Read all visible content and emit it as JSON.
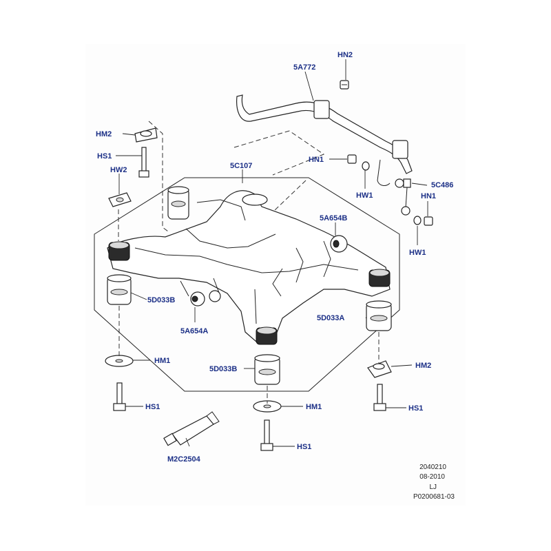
{
  "labels": {
    "hn2_top": "HN2",
    "a5772": "5A772",
    "hm2_left": "HM2",
    "hs1_left": "HS1",
    "hw2": "HW2",
    "c5107": "5C107",
    "hn1_mid": "HN1",
    "hw1_mid": "HW1",
    "c5486": "5C486",
    "hn1_right": "HN1",
    "hw1_right": "HW1",
    "a5654b": "5A654B",
    "d5033b_left": "5D033B",
    "a5654a": "5A654A",
    "d5033a": "5D033A",
    "hm1_left": "HM1",
    "hs1_bottom_left": "HS1",
    "d5033b_center": "5D033B",
    "hm2_right": "HM2",
    "hm1_center": "HM1",
    "hs1_right": "HS1",
    "hs1_center": "HS1",
    "m2c2504": "M2C2504"
  },
  "footer": {
    "line1": "2040210",
    "line2": "08-2010",
    "line3": "LJ",
    "line4": "P0200681-03"
  },
  "colors": {
    "label": "#1b2f86",
    "line": "#222222",
    "part_fill": "#ffffff",
    "bushing_dark": "#2b2b2b"
  }
}
